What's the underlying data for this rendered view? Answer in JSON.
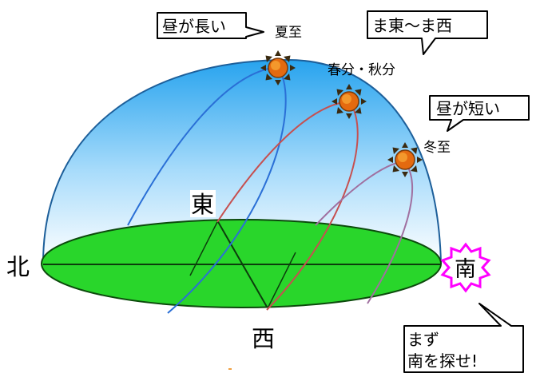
{
  "labels": {
    "north": "北",
    "south": "南",
    "east": "東",
    "west": "西",
    "summer_solstice": "夏至",
    "equinox": "春分・秋分",
    "winter_solstice": "冬至"
  },
  "callouts": {
    "day_long": "昼が長い",
    "east_to_west": "ま東〜ま西",
    "day_short": "昼が短い",
    "find_south_line1": "まず",
    "find_south_line2": "南を探せ!"
  },
  "colors": {
    "sky_top": "#2fa8f0",
    "sky_bottom": "#ffffff",
    "ground": "#29d62b",
    "sun": "#e46a10",
    "summer_path": "#2a6fd6",
    "equinox_path": "#c65050",
    "winter_path": "#a070a0",
    "south_burst": "#ff00ff"
  },
  "icons": [
    "sun-icon"
  ]
}
